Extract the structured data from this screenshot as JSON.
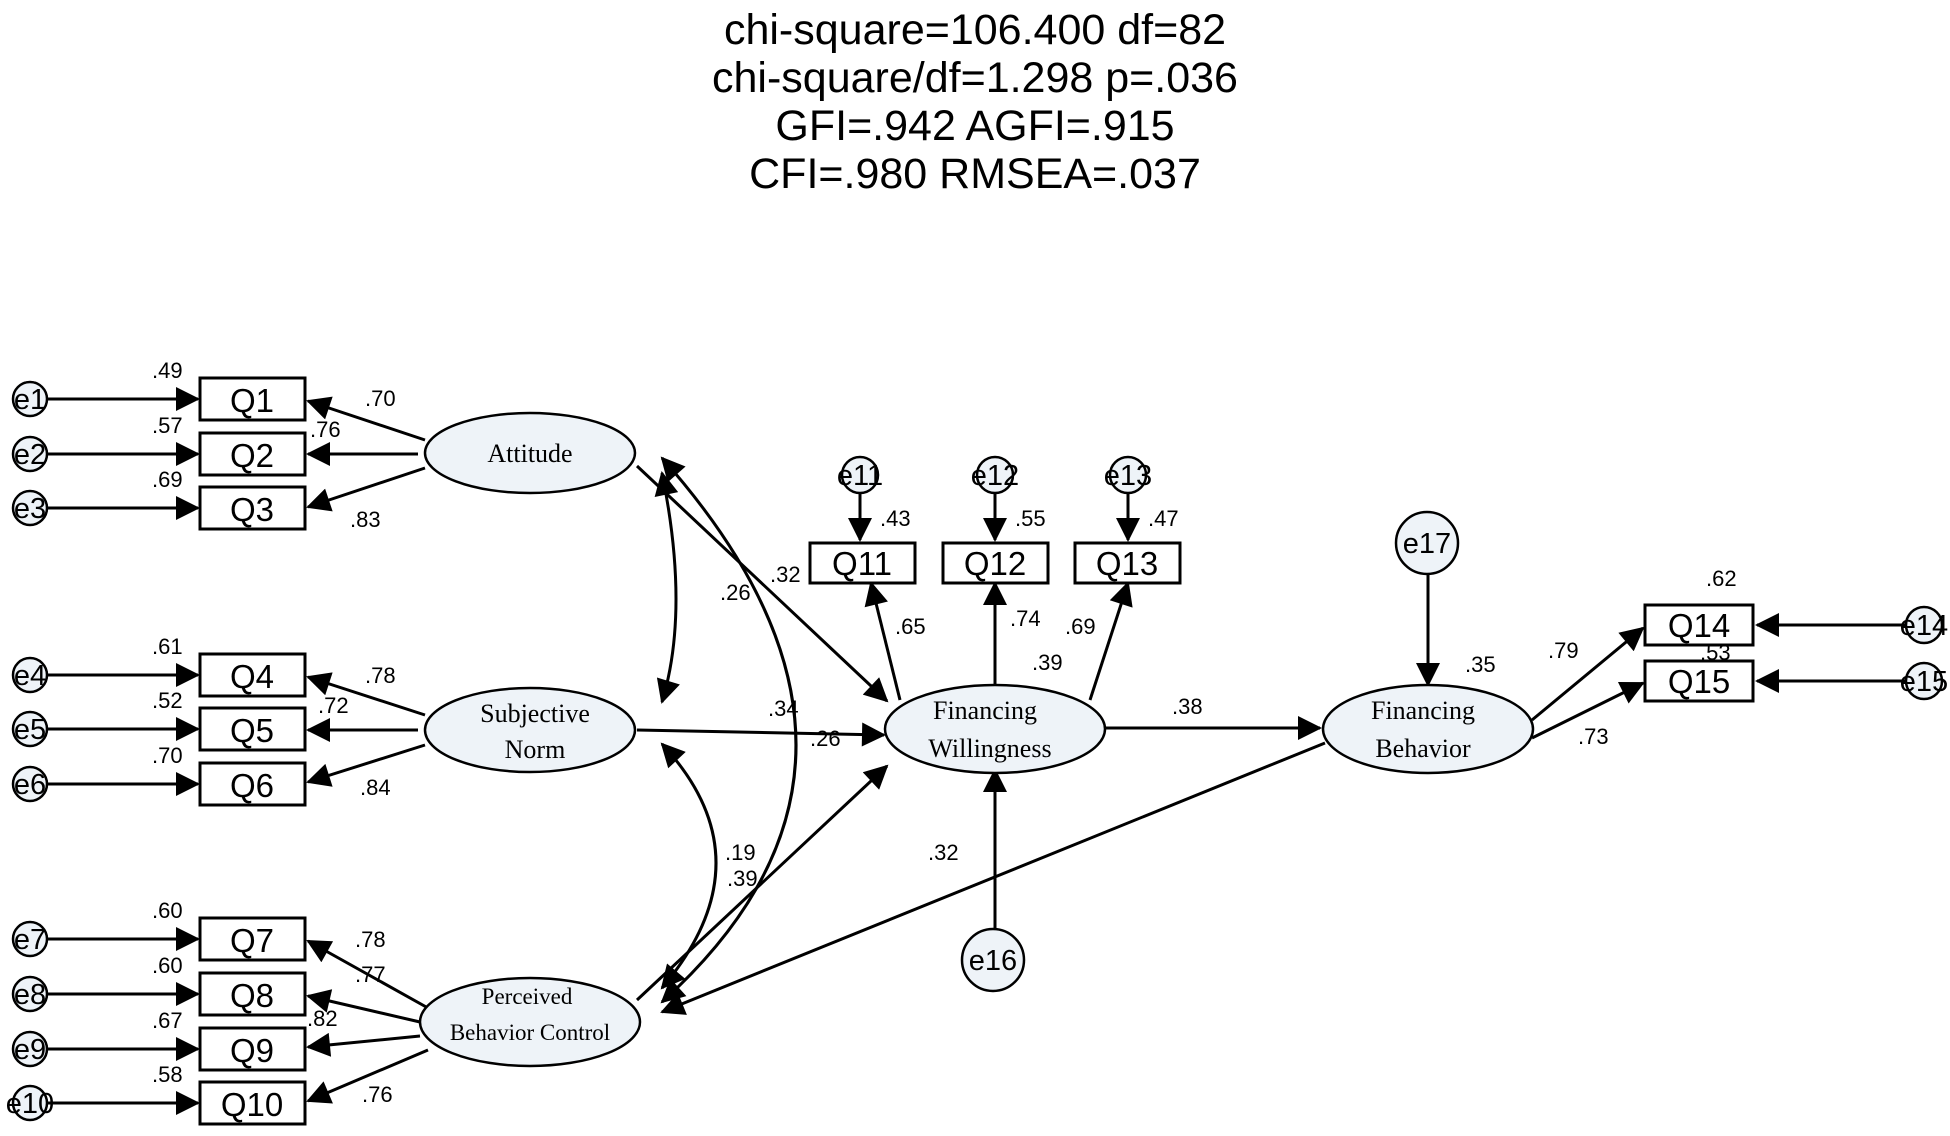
{
  "fit_stats": [
    "chi-square=106.400 df=82",
    "chi-square/df=1.298 p=.036",
    "GFI=.942 AGFI=.915",
    "CFI=.980 RMSEA=.037"
  ],
  "latent": {
    "attitude": [
      "Attitude"
    ],
    "subjective_norm": [
      "Subjective",
      "Norm"
    ],
    "pbc": [
      "Perceived",
      "Behavior Control"
    ],
    "willingness": [
      "Financing",
      "Willingness"
    ],
    "behavior": [
      "Financing",
      "Behavior"
    ]
  },
  "observed": {
    "q1": "Q1",
    "q2": "Q2",
    "q3": "Q3",
    "q4": "Q4",
    "q5": "Q5",
    "q6": "Q6",
    "q7": "Q7",
    "q8": "Q8",
    "q9": "Q9",
    "q10": "Q10",
    "q11": "Q11",
    "q12": "Q12",
    "q13": "Q13",
    "q14": "Q14",
    "q15": "Q15"
  },
  "errors": {
    "e1": "e1",
    "e2": "e2",
    "e3": "e3",
    "e4": "e4",
    "e5": "e5",
    "e6": "e6",
    "e7": "e7",
    "e8": "e8",
    "e9": "e9",
    "e10": "e10",
    "e11": "e11",
    "e12": "e12",
    "e13": "e13",
    "e14": "e14",
    "e15": "e15",
    "e16": "e16",
    "e17": "e17"
  },
  "r2": {
    "q1": ".49",
    "q2": ".57",
    "q3": ".69",
    "q4": ".61",
    "q5": ".52",
    "q6": ".70",
    "q7": ".60",
    "q8": ".60",
    "q9": ".67",
    "q10": ".58",
    "q11": ".43",
    "q12": ".55",
    "q13": ".47",
    "q14": ".62",
    "q15": ".53",
    "willingness": ".39",
    "behavior": ".35"
  },
  "loadings": {
    "q1": ".70",
    "q2": ".76",
    "q3": ".83",
    "q4": ".78",
    "q5": ".72",
    "q6": ".84",
    "q7": ".78",
    "q8": ".77",
    "q9": ".82",
    "q10": ".76",
    "q11": ".65",
    "q12": ".74",
    "q13": ".69",
    "q14": ".79",
    "q15": ".73"
  },
  "correlations": {
    "att_sn": ".26",
    "att_pbc": ".32",
    "sn_pbc": ".19"
  },
  "paths": {
    "att_fw": ".34",
    "sn_fw": ".26",
    "pbc_fw": ".39",
    "fw_fb": ".38",
    "pbc_fb": ".32"
  }
}
